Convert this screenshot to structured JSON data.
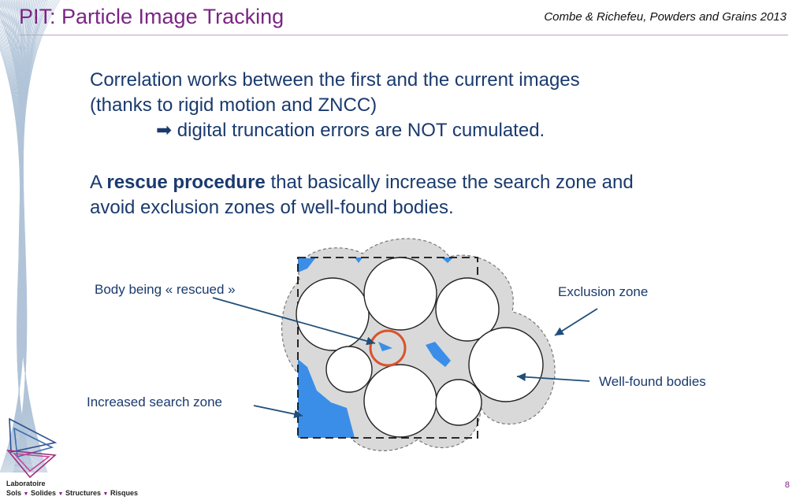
{
  "header": {
    "title": "PIT: Particle Image Tracking",
    "citation": "Combe & Richefeu, Powders and Grains 2013"
  },
  "paragraph1": {
    "line1": "Correlation works between the first and the current images",
    "line2": "(thanks to rigid motion and ZNCC)",
    "arrow": "➡",
    "line3": "digital truncation errors are NOT cumulated."
  },
  "paragraph2": {
    "lead": "A ",
    "bold": "rescue procedure",
    "rest": " that basically increase the search zone and",
    "line2": "avoid exclusion zones of well-found bodies."
  },
  "diagram": {
    "labels": {
      "rescued": "Body being « rescued »",
      "exclusion": "Exclusion zone",
      "wellfound": "Well-found bodies",
      "search": "Increased search zone"
    },
    "colors": {
      "exclusion_fill": "#d9d9d9",
      "search_fill": "#3b8ee8",
      "rescued_ring": "#d9532c",
      "arrow": "#1f4e79"
    }
  },
  "footer": {
    "lab_line1": "Laboratoire",
    "lab_line2_a": "Sols",
    "lab_line2_b": "Solides",
    "lab_line2_c": "Structures",
    "lab_line2_d": "Risques",
    "page_number": "8"
  }
}
